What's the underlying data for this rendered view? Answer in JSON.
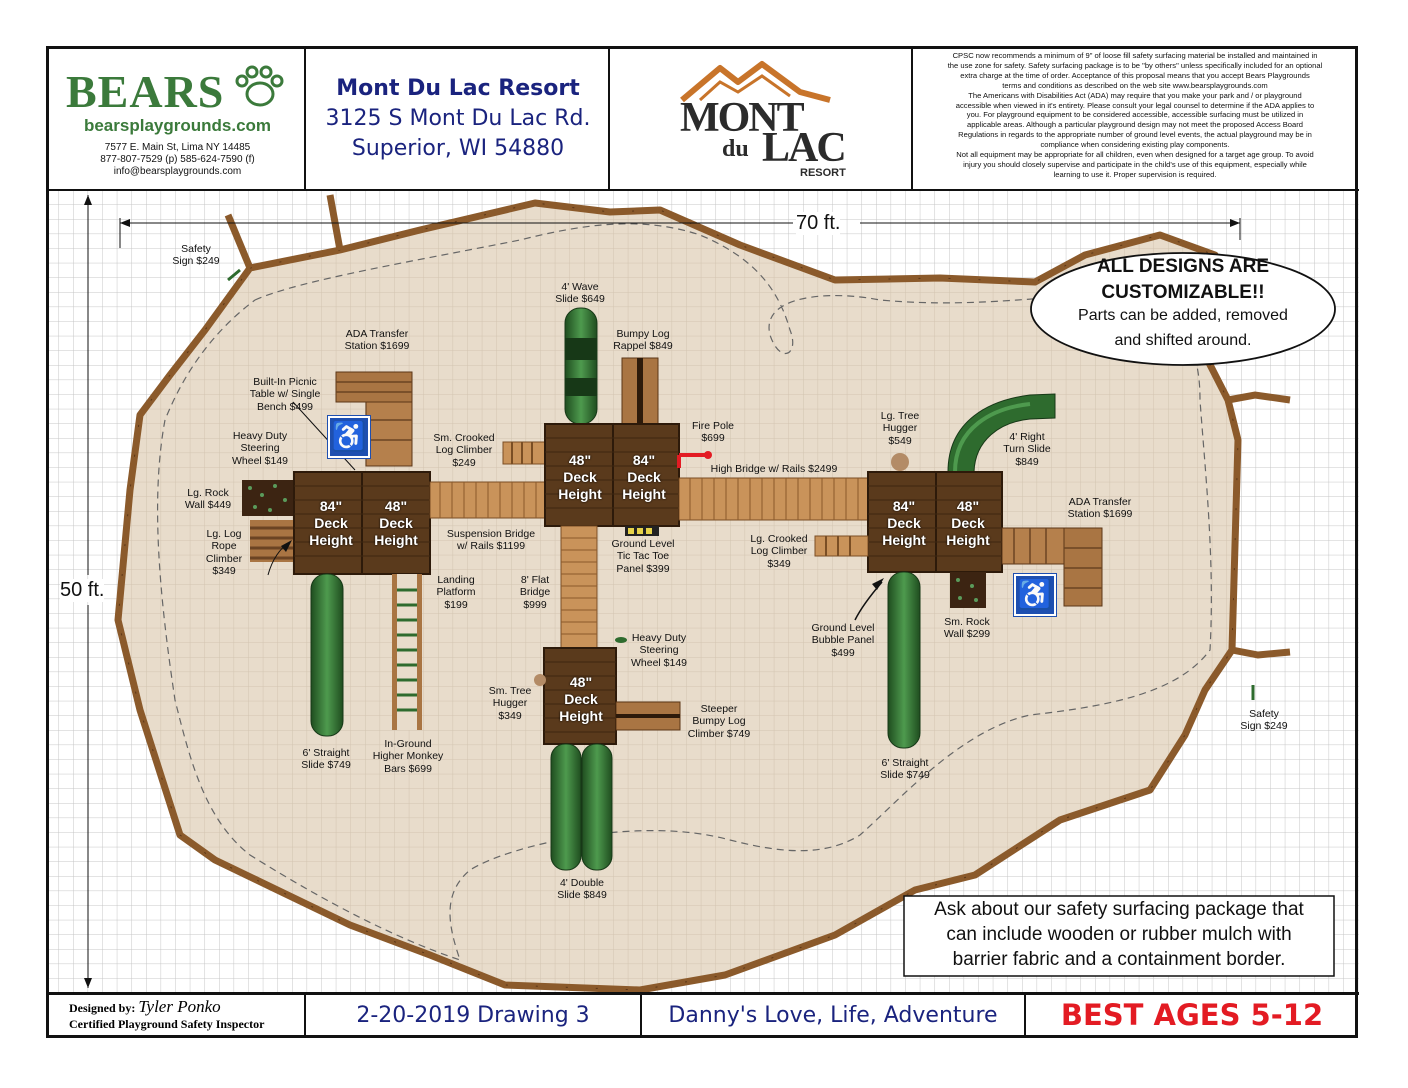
{
  "header": {
    "logo_text": "BEARS",
    "logo_url": "bearsplaygrounds.com",
    "address": "7577 E. Main St, Lima NY 14485",
    "phones": "877-807-7529 (p) 585-624-7590 (f)",
    "email": "info@bearsplaygrounds.com",
    "client_name": "Mont Du Lac Resort",
    "client_street": "3125 S Mont Du Lac Rd.",
    "client_city": "Superior, WI 54880",
    "resort_logo_line1": "MONT",
    "resort_logo_line2": "du",
    "resort_logo_line3": "LAC",
    "resort_logo_line4": "RESORT",
    "disclaimer_lines": [
      "CPSC now recommends a minimum of 9\" of loose fill safety surfacing material be installed and maintained in",
      "the use zone for safety. Safety surfacing package is to be \"by others\" unless specifically included for an optional",
      "extra charge at the time of order. Acceptance of this proposal means that you accept Bears Playgrounds",
      "terms and conditions as described on the web site www.bearsplaygrounds.com",
      "The Americans with Disabilities Act (ADA) may require that you make your park and / or playground",
      "accessible when viewed in it's entirety. Please consult your legal counsel to determine if the ADA applies to",
      "you. For playground equipment to be considered accessible, accessible surfacing must be utilized in",
      "applicable areas. Although a particular playground design may not meet the proposed Access Board",
      "Regulations in regards to the appropriate number of ground level events, the actual playground may be in",
      "compliance when considering existing play components.",
      "Not all equipment may be appropriate for all children, even when designed for a target age group. To avoid",
      "injury you should closely supervise and participate in the child's use of this equipment, especially while",
      "learning to use it. Proper supervision is required."
    ]
  },
  "dimensions": {
    "width_label": "70 ft.",
    "height_label": "50 ft."
  },
  "callouts": {
    "customizable_title_1": "ALL DESIGNS ARE",
    "customizable_title_2": "CUSTOMIZABLE!!",
    "customizable_body_1": "Parts can be added, removed",
    "customizable_body_2": "and shifted around.",
    "surfacing_1": "Ask about our safety surfacing package that",
    "surfacing_2": "can include wooden or rubber mulch with",
    "surfacing_3": "barrier fabric and a containment border."
  },
  "decks": [
    {
      "l1": "84\"",
      "l2": "Deck",
      "l3": "Height"
    },
    {
      "l1": "48\"",
      "l2": "Deck",
      "l3": "Height"
    },
    {
      "l1": "48\"",
      "l2": "Deck",
      "l3": "Height"
    },
    {
      "l1": "84\"",
      "l2": "Deck",
      "l3": "Height"
    },
    {
      "l1": "48\"",
      "l2": "Deck",
      "l3": "Height"
    },
    {
      "l1": "84\"",
      "l2": "Deck",
      "l3": "Height"
    },
    {
      "l1": "48\"",
      "l2": "Deck",
      "l3": "Height"
    }
  ],
  "labels": {
    "safety_sign_left": [
      "Safety",
      "Sign $249"
    ],
    "ada_transfer_left": [
      "ADA Transfer",
      "Station $1699"
    ],
    "picnic_table": [
      "Built-In Picnic",
      "Table w/ Single",
      "Bench $499"
    ],
    "steering_wheel_left": [
      "Heavy Duty",
      "Steering",
      "Wheel $149"
    ],
    "rock_wall_lg": [
      "Lg. Rock",
      "Wall $449"
    ],
    "rope_climber": [
      "Lg. Log",
      "Rope",
      "Climber",
      "$349"
    ],
    "wave_slide": [
      "4' Wave",
      "Slide $649"
    ],
    "bumpy_log_rappel": [
      "Bumpy Log",
      "Rappel $849"
    ],
    "crooked_log_sm": [
      "Sm. Crooked",
      "Log Climber",
      "$249"
    ],
    "fire_pole": [
      "Fire Pole",
      "$699"
    ],
    "high_bridge": [
      "High Bridge w/ Rails $2499"
    ],
    "suspension_bridge": [
      "Suspension Bridge",
      "w/ Rails $1199"
    ],
    "tic_tac_toe": [
      "Ground Level",
      "Tic Tac Toe",
      "Panel $399"
    ],
    "landing_platform": [
      "Landing",
      "Platform",
      "$199"
    ],
    "flat_bridge": [
      "8' Flat",
      "Bridge",
      "$999"
    ],
    "steering_wheel_center": [
      "Heavy Duty",
      "Steering",
      "Wheel $149"
    ],
    "tree_hugger_sm": [
      "Sm. Tree",
      "Hugger",
      "$349"
    ],
    "straight_slide_left": [
      "6' Straight",
      "Slide $749"
    ],
    "monkey_bars": [
      "In-Ground",
      "Higher Monkey",
      "Bars $699"
    ],
    "steeper_bumpy": [
      "Steeper",
      "Bumpy Log",
      "Climber $749"
    ],
    "double_slide": [
      "4' Double",
      "Slide $849"
    ],
    "tree_hugger_lg": [
      "Lg. Tree",
      "Hugger",
      "$549"
    ],
    "turn_slide": [
      "4' Right",
      "Turn Slide",
      "$849"
    ],
    "crooked_log_lg": [
      "Lg. Crooked",
      "Log Climber",
      "$349"
    ],
    "ada_transfer_right": [
      "ADA Transfer",
      "Station $1699"
    ],
    "bubble_panel": [
      "Ground Level",
      "Bubble Panel",
      "$499"
    ],
    "rock_wall_sm": [
      "Sm. Rock",
      "Wall $299"
    ],
    "straight_slide_right": [
      "6' Straight",
      "Slide $749"
    ],
    "safety_sign_right": [
      "Safety",
      "Sign $249"
    ]
  },
  "footer": {
    "designed_by_label": "Designed by:",
    "designer": "Tyler Ponko",
    "certification": "Certified Playground Safety Inspector",
    "date_drawing": "2-20-2019 Drawing 3",
    "project_name": "Danny's Love, Life, Adventure",
    "ages": "BEST AGES 5-12"
  },
  "colors": {
    "border": "#111111",
    "surface_fill": "#e6d9c8",
    "wood": "#8b5a2b",
    "deck": "#5a3a1c",
    "slide_green": "#2e6b2e",
    "grid": "#c8c8c8",
    "client_blue": "#1a237e",
    "ages_red": "#e31b23",
    "logo_green": "#3b7a3b",
    "ada_blue": "#1e4fb0"
  }
}
